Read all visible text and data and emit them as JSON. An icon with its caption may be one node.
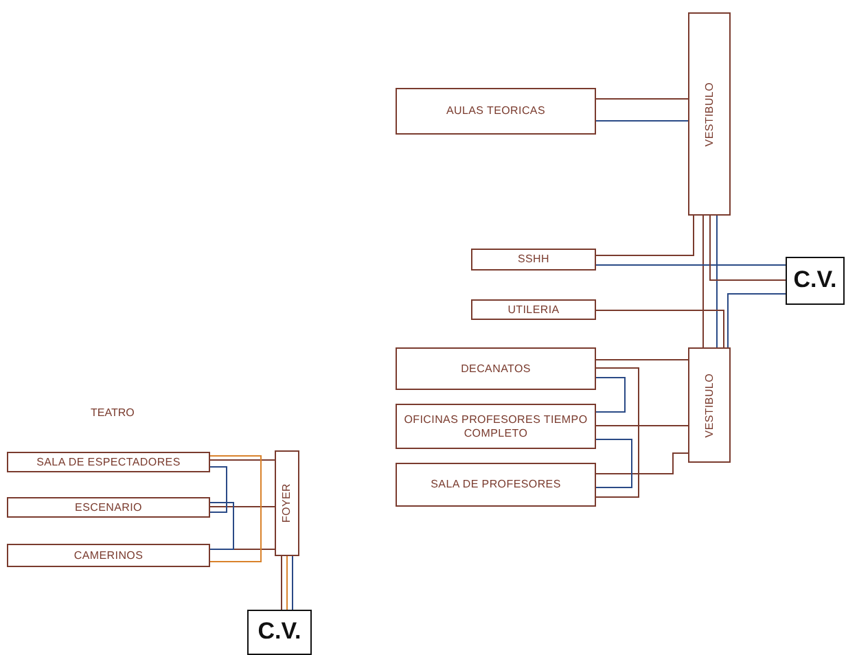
{
  "diagram": {
    "nodes": [
      {
        "text": [
          "AULAS TEORICAS"
        ]
      },
      {
        "text": [
          "VESTIBULO"
        ]
      },
      {
        "text": [
          "SSHH"
        ]
      },
      {
        "text": [
          "UTILERIA"
        ]
      },
      {
        "text": [
          "C.V."
        ]
      },
      {
        "text": [
          "DECANATOS"
        ]
      },
      {
        "text": [
          "OFICINAS PROFESORES TIEMPO COMPLETO"
        ]
      },
      {
        "text": [
          "SALA DE PROFESORES"
        ]
      },
      {
        "text": [
          "VESTIBULO"
        ]
      },
      {
        "text": [
          "SALA DE ESPECTADORES"
        ]
      },
      {
        "text": [
          "ESCENARIO"
        ]
      },
      {
        "text": [
          "CAMERINOS"
        ]
      },
      {
        "text": [
          "FOYER"
        ]
      },
      {
        "text": [
          "C.V."
        ]
      }
    ],
    "edges": [
      {
        "from": 0,
        "to": 1,
        "arrow": "none"
      },
      {
        "from": 0,
        "to": 1,
        "arrow": "none",
        "color": "#2a4a86"
      },
      {
        "from": 1,
        "to": 8,
        "arrow": "none"
      },
      {
        "from": 1,
        "to": 8,
        "arrow": "none",
        "color": "#2a4a86"
      },
      {
        "from": 2,
        "to": 1,
        "arrow": "none"
      },
      {
        "from": 2,
        "to": 4,
        "arrow": "none",
        "color": "#2a4a86"
      },
      {
        "from": 3,
        "to": 8,
        "arrow": "none"
      },
      {
        "from": 1,
        "to": 4,
        "arrow": "none"
      },
      {
        "from": 8,
        "to": 4,
        "arrow": "none",
        "color": "#2a4a86"
      },
      {
        "from": 5,
        "to": 8,
        "arrow": "none"
      },
      {
        "from": 6,
        "to": 8,
        "arrow": "none"
      },
      {
        "from": 7,
        "to": 8,
        "arrow": "none"
      },
      {
        "from": 5,
        "to": 6,
        "arrow": "none",
        "color": "#2a4a86"
      },
      {
        "from": 6,
        "to": 7,
        "arrow": "none",
        "color": "#2a4a86"
      },
      {
        "from": 5,
        "to": 7,
        "arrow": "none"
      },
      {
        "from": 9,
        "to": 12,
        "arrow": "none"
      },
      {
        "from": 10,
        "to": 12,
        "arrow": "none"
      },
      {
        "from": 11,
        "to": 12,
        "arrow": "none"
      },
      {
        "from": 9,
        "to": 10,
        "arrow": "none",
        "color": "#2a4a86"
      },
      {
        "from": 10,
        "to": 11,
        "arrow": "none",
        "color": "#2a4a86"
      },
      {
        "from": 9,
        "to": 11,
        "arrow": "none",
        "color": "#d9822b"
      },
      {
        "from": 12,
        "to": 13,
        "arrow": "none"
      },
      {
        "from": 12,
        "to": 13,
        "arrow": "none",
        "color": "#d9822b"
      },
      {
        "from": 12,
        "to": 13,
        "arrow": "none",
        "color": "#2a4a86"
      }
    ],
    "labels": [
      "TEATRO"
    ]
  }
}
